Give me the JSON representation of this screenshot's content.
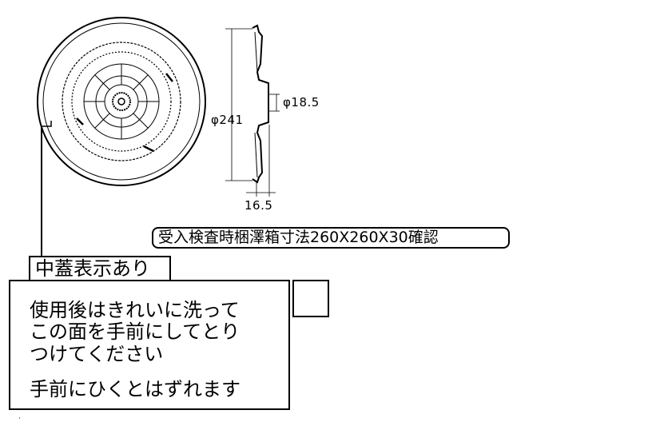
{
  "dimensions": {
    "outer_diameter": "φ241",
    "center_diameter": "φ18.5",
    "thickness": "16.5"
  },
  "inspection_note": "受入検査時梱澤箱寸法260X260X30確認",
  "note": {
    "tag": "中蓋表示あり",
    "lines": [
      "使用後はきれいに洗って",
      "この面を手前にしてとり",
      "つけてください",
      "手前にひくとはずれます"
    ]
  }
}
